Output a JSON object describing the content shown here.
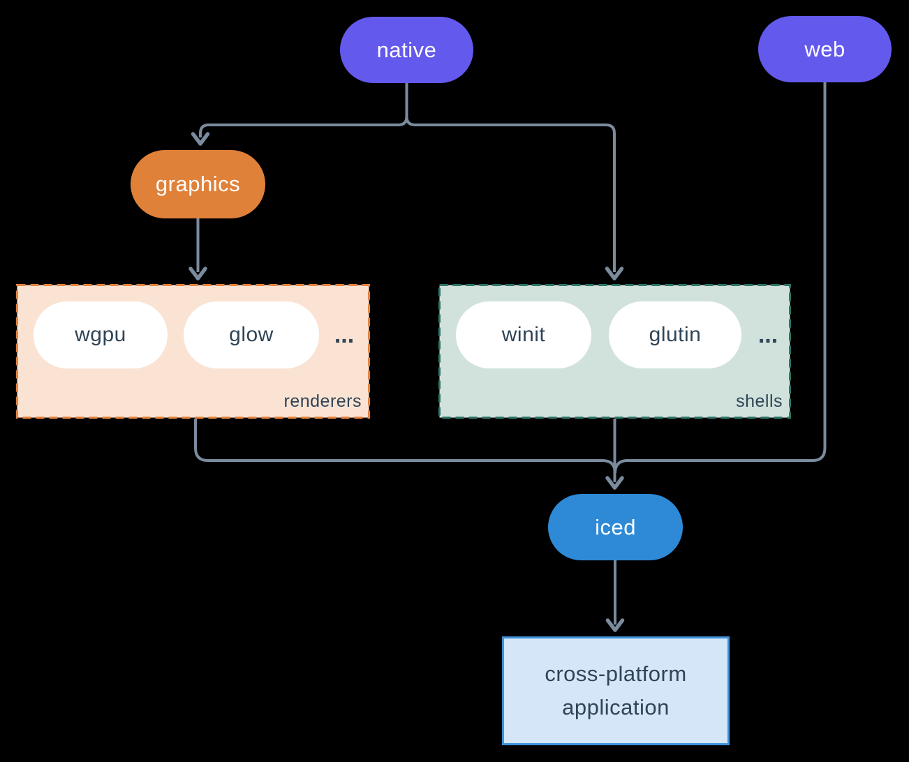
{
  "diagram": {
    "nodes": {
      "native": {
        "label": "native"
      },
      "web": {
        "label": "web"
      },
      "graphics": {
        "label": "graphics"
      },
      "wgpu": {
        "label": "wgpu"
      },
      "glow": {
        "label": "glow"
      },
      "winit": {
        "label": "winit"
      },
      "glutin": {
        "label": "glutin"
      },
      "iced": {
        "label": "iced"
      },
      "app": {
        "line1": "cross-platform",
        "line2": "application"
      }
    },
    "groups": {
      "renderers": {
        "label": "renderers",
        "ellipsis": "..."
      },
      "shells": {
        "label": "shells",
        "ellipsis": "..."
      }
    }
  },
  "colors": {
    "background": "#000000",
    "purple": "#6459ed",
    "orange": "#e0813a",
    "blue": "#2e8ad6",
    "line": "#7b8b9e",
    "ink": "#2f4456",
    "pill_white": "#ffffff",
    "peach_fill": "#fae3d3",
    "peach_border": "#e5823d",
    "green_fill": "#d0e2db",
    "green_border": "#2d7568",
    "app_fill": "#d4e6f8",
    "app_border": "#3e92dc"
  }
}
